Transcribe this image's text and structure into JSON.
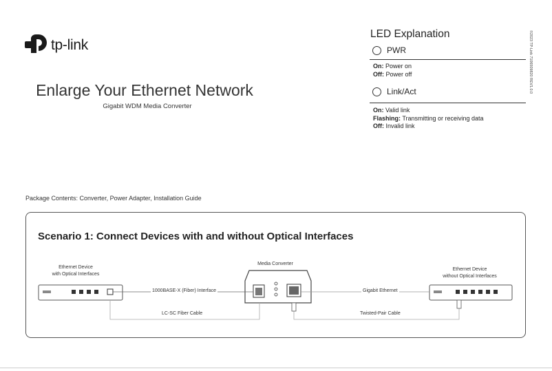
{
  "brand": {
    "name": "tp-link"
  },
  "header": {
    "title": "Enlarge Your Ethernet Network",
    "subtitle": "Gigabit WDM Media Converter"
  },
  "led": {
    "title": "LED Explanation",
    "items": [
      {
        "name": "PWR",
        "lines": [
          {
            "key": "On:",
            "text": "Power on"
          },
          {
            "key": "Off:",
            "text": "Power off"
          }
        ]
      },
      {
        "name": "Link/Act",
        "lines": [
          {
            "key": "On:",
            "text": "Valid link"
          },
          {
            "key": "Flashing:",
            "text": "Transmitting or receiving data"
          },
          {
            "key": "Off:",
            "text": "Invalid link"
          }
        ]
      }
    ],
    "doc_code": "©2023 TP-Link 7106509820 REV1.0.0"
  },
  "package": {
    "contents": "Package Contents: Converter, Power Adapter, Installation Guide"
  },
  "scenario": {
    "title": "Scenario 1: Connect Devices with and without Optical Interfaces",
    "left_device": {
      "line1": "Ethernet Device",
      "line2": "with Optical Interfaces"
    },
    "center_device": {
      "label": "Media Converter"
    },
    "right_device": {
      "line1": "Ethernet Device",
      "line2": "without Optical Interfaces"
    },
    "fiber_interface": "1000BASE-X (Fiber) Interface",
    "gigabit_ethernet": "Gigabit  Ethernet",
    "fiber_cable": "LC-SC Fiber Cable",
    "twisted_cable": "Twisted-Pair Cable"
  }
}
